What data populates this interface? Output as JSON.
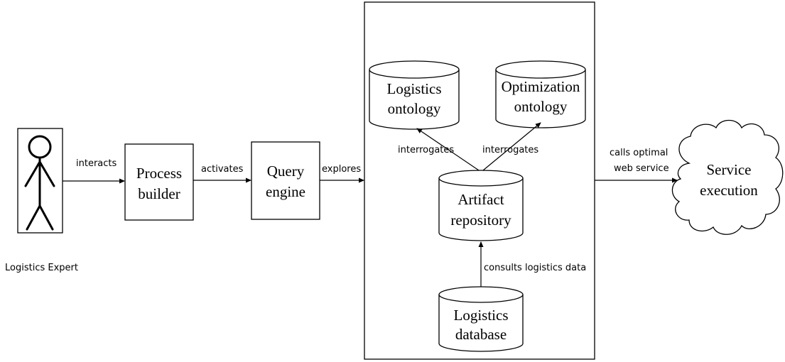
{
  "actor": {
    "label": "Logistics Expert"
  },
  "nodes": {
    "process_builder": {
      "line1": "Process",
      "line2": "builder"
    },
    "query_engine": {
      "line1": "Query",
      "line2": "engine"
    },
    "logistics_ontology": {
      "line1": "Logistics",
      "line2": "ontology"
    },
    "optimization_ontology": {
      "line1": "Optimization",
      "line2": "ontology"
    },
    "artifact_repository": {
      "line1": "Artifact",
      "line2": "repository"
    },
    "logistics_database": {
      "line1": "Logistics",
      "line2": "database"
    },
    "service_execution": {
      "line1": "Service",
      "line2": "execution"
    }
  },
  "edges": {
    "interacts": "interacts",
    "activates": "activates",
    "explores": "explores",
    "interrogates_left": "interrogates",
    "interrogates_right": "interrogates",
    "consults": "consults logistics data",
    "calls_line1": "calls optimal",
    "calls_line2": "web service"
  }
}
